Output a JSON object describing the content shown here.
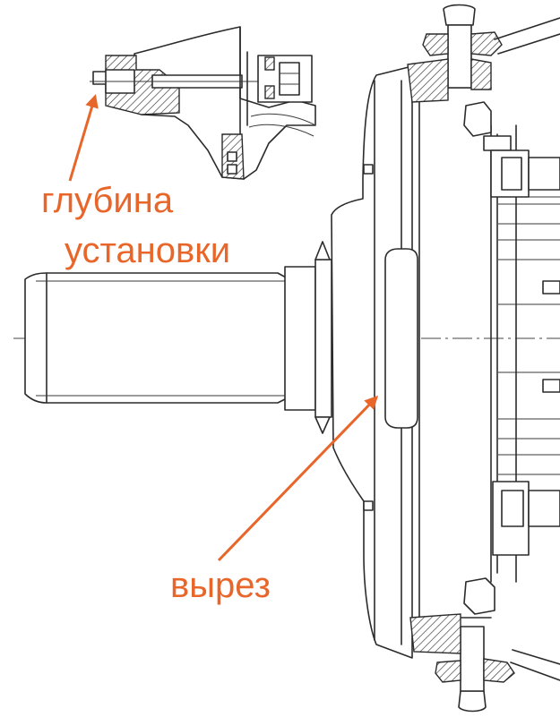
{
  "labels": {
    "depth_line1": "глубина",
    "depth_line2": "установки",
    "cutout": "вырез"
  },
  "colors": {
    "annotation": "#e8662a",
    "linework": "#2b2b2b",
    "background": "#ffffff"
  }
}
